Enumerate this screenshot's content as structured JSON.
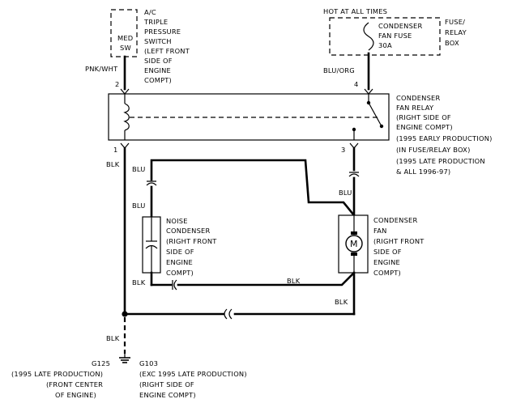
{
  "labels": {
    "ac_switch": [
      "A/C",
      "TRIPLE",
      "PRESSURE",
      "SWITCH",
      "(LEFT FRONT",
      "SIDE OF",
      "ENGINE",
      "COMPT)"
    ],
    "med_sw": [
      "MED",
      "SW"
    ],
    "hot_at_all_times": "HOT AT ALL TIMES",
    "condenser_fan_fuse": [
      "CONDENSER",
      "FAN FUSE",
      "30A"
    ],
    "fuse_relay_box": [
      "FUSE/",
      "RELAY",
      "BOX"
    ],
    "condenser_fan_relay": [
      "CONDENSER",
      "FAN RELAY",
      "(RIGHT SIDE OF",
      "ENGINE COMPT)",
      "(1995 EARLY PRODUCTION)",
      "(IN FUSE/RELAY BOX)",
      "(1995 LATE PRODUCTION",
      "& ALL 1996-97)"
    ],
    "noise_condenser": [
      "NOISE",
      "CONDENSER",
      "(RIGHT FRONT",
      "SIDE OF",
      "ENGINE",
      "COMPT)"
    ],
    "condenser_fan": [
      "CONDENSER",
      "FAN",
      "(RIGHT FRONT",
      "SIDE OF",
      "ENGINE",
      "COMPT)"
    ],
    "motor_symbol": "M",
    "ground_g125": [
      "G125",
      "(1995 LATE PRODUCTION)",
      "(FRONT CENTER",
      "OF ENGINE)"
    ],
    "ground_g103": [
      "G103",
      "(EXC 1995 LATE PRODUCTION)",
      "(RIGHT SIDE OF",
      "ENGINE COMPT)"
    ]
  },
  "wires": {
    "pnk_wht": "PNK/WHT",
    "blu_org": "BLU/ORG",
    "blk_pin1": "BLK",
    "blu_noise_top": "BLU",
    "blu_noise_mid": "BLU",
    "blu_fan": "BLU",
    "blk_noise": "BLK",
    "blk_fan_return": "BLK",
    "blk_fan_down": "BLK",
    "blk_ground": "BLK"
  },
  "pins": {
    "pin2": "2",
    "pin4": "4",
    "pin1": "1",
    "pin3": "3"
  },
  "colors": {
    "ink": "#000000",
    "background": "#ffffff"
  }
}
